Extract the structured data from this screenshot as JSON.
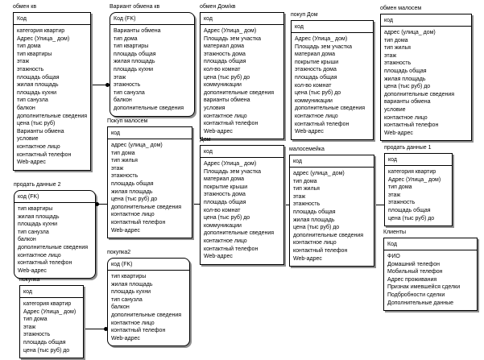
{
  "diagram": {
    "colors": {
      "line": "#000000",
      "box_fill": "#ffffff",
      "shadow": "#8e8e8e",
      "background": "#ffffff"
    },
    "entities": [
      {
        "id": "obmen-kv",
        "title": "обмен кв",
        "key": "Код",
        "rounded": false,
        "fields": [
          "категория квартир",
          "Адрес (Улица_ дом)",
          "тип дома",
          "тип квартиры",
          "этаж",
          "этажность",
          "площадь общая",
          "жилая площадь",
          "площадь кухни",
          "тип санузла",
          "балкон",
          "дополнительные сведения",
          "цена (тыс руб)",
          "Варианты обмена",
          "условие",
          "контактное лицо",
          "контактный телефон",
          "Web-адрес"
        ]
      },
      {
        "id": "variant-obmena-kv",
        "title": "Вариант обмена кв",
        "key": "Код (FK)",
        "rounded": true,
        "fields": [
          "Варианты обмена",
          "тип дома",
          "тип квартиры",
          "площадь общая",
          "жилая площадь",
          "площадь кухни",
          "этаж",
          "этажность",
          "тип санузла",
          "балкон",
          "дополнительные сведения"
        ]
      },
      {
        "id": "pokup-malosem",
        "title": "Покуп малосем",
        "key": "код",
        "rounded": false,
        "fields": [
          "адрес (улица_ дом)",
          "тип дома",
          "тип жилья",
          "этаж",
          "этажность",
          "площадь общая",
          "жилая площадь",
          "цена (тыс руб) до",
          "дополнительные сведения",
          "контактное лицо",
          "контактный телефон",
          "Web-адрес"
        ]
      },
      {
        "id": "pokupka2",
        "title": "покупка2",
        "key": "код (FK)",
        "rounded": true,
        "fields": [
          "тип квартиры",
          "жилая площадь",
          "площадь кухни",
          "тип санузла",
          "балкон",
          "дополнительные сведения",
          "контактное лицо",
          "контактный телефон",
          "Web-адрес"
        ]
      },
      {
        "id": "prodat-dannye-2",
        "title": "продать данные 2",
        "key": "код (FK)",
        "rounded": true,
        "fields": [
          "тип квартиры",
          "жилая площадь",
          "площадь кухни",
          "тип санузла",
          "балкон",
          "дополнительные сведения",
          "контактное лицо",
          "контактный телефон",
          "Web-адрес"
        ]
      },
      {
        "id": "pokupka",
        "title": "покупка",
        "key": "код",
        "rounded": false,
        "fields": [
          "категория квартир",
          "Адрес (Улица_ дом)",
          "тип дома",
          "этаж",
          "этажность",
          "площадь общая",
          "цена (тыс руб) до"
        ]
      },
      {
        "id": "obmen-dom-kv",
        "title": "обмен Дом/кв",
        "key": "код",
        "rounded": false,
        "fields": [
          "Адрес (Улица_ дом)",
          "Площадь зем участка",
          "материал дома",
          "этажность дома",
          "площадь общая",
          "кол-во комнат",
          "цена (тыс руб) до",
          "коммуникации",
          "дополнительные сведения",
          "варианты обмена",
          "условия",
          "контактное лицо",
          "контактный телефон",
          "Web-адрес"
        ]
      },
      {
        "id": "dom",
        "title": "Дом",
        "key": "код",
        "rounded": false,
        "fields": [
          "Адрес (Улица_ дом)",
          "Площадь зем участка",
          "материал дома",
          "покрытие крыши",
          "этажность дома",
          "площадь общая",
          "кол-во комнат",
          "цена (тыс руб) до",
          "коммуникации",
          "дополнительные сведения",
          "контактное лицо",
          "контактный телефон",
          "Web-адрес"
        ]
      },
      {
        "id": "pokup-dom",
        "title": "покуп Дом",
        "key": "код",
        "rounded": false,
        "fields": [
          "Адрес (Улица_ дом)",
          "Площадь зем участка",
          "материал дома",
          "покрытие крыши",
          "этажность дома",
          "площадь общая",
          "кол-во комнат",
          "цена (тыс руб) до",
          "коммуникации",
          "дополнительные сведения",
          "контактное лицо",
          "контактный телефон",
          "Web-адрес"
        ]
      },
      {
        "id": "malosemeyka",
        "title": "малосемейка",
        "key": "код",
        "rounded": false,
        "fields": [
          "адрес (улица_ дом)",
          "тип дома",
          "тип жилья",
          "этаж",
          "этажность",
          "площадь общая",
          "жилая площадь",
          "цена (тыс руб) до",
          "дополнительные сведения",
          "контактное лицо",
          "контактный телефон",
          "Web-адрес"
        ]
      },
      {
        "id": "obmen-malosem",
        "title": "обмен малосем",
        "key": "код",
        "rounded": false,
        "fields": [
          "адрес (улица_ дом)",
          "тип дома",
          "тип жилья",
          "этаж",
          "этажность",
          "площадь общая",
          "жилая площадь",
          "цена (тыс руб) до",
          "дополнительные сведения",
          "варианты обмена",
          "условие",
          "контактное лицо",
          "контактный телефон",
          "Web-адрес"
        ]
      },
      {
        "id": "prodat-dannye-1",
        "title": "продать данные 1",
        "key": "код",
        "rounded": false,
        "fields": [
          "категория квартир",
          "Адрес (Улица_ дом)",
          "тип дома",
          "этаж",
          "этажность",
          "площадь общая",
          "цена (тыс руб) до"
        ]
      },
      {
        "id": "klienty",
        "title": "Клиенты",
        "key": "Код",
        "rounded": false,
        "fields": [
          "ФИО",
          "Домашний телефон",
          "Мобильный телефон",
          "Адрес проживания",
          "Признак имевшейся сделки",
          "Подбробности сделки",
          "Дополнительные данные"
        ]
      }
    ],
    "connectors": [
      {
        "from": "обмен кв",
        "to": "Вариант обмена кв",
        "dot_at": "Вариант обмена кв"
      },
      {
        "from": "продать данные 2",
        "to": "Покуп малосем",
        "dot_at": "продать данные 2"
      },
      {
        "from": "Покуп малосем",
        "to": "Дом",
        "dot_at": null
      },
      {
        "from": "Дом",
        "to": "малосемейка",
        "dot_at": null
      },
      {
        "from": "малосемейка",
        "to": "продать данные 1",
        "dot_at": null
      },
      {
        "from": "покупка",
        "to": "покупка2",
        "dot_at": "покупка2"
      }
    ]
  }
}
